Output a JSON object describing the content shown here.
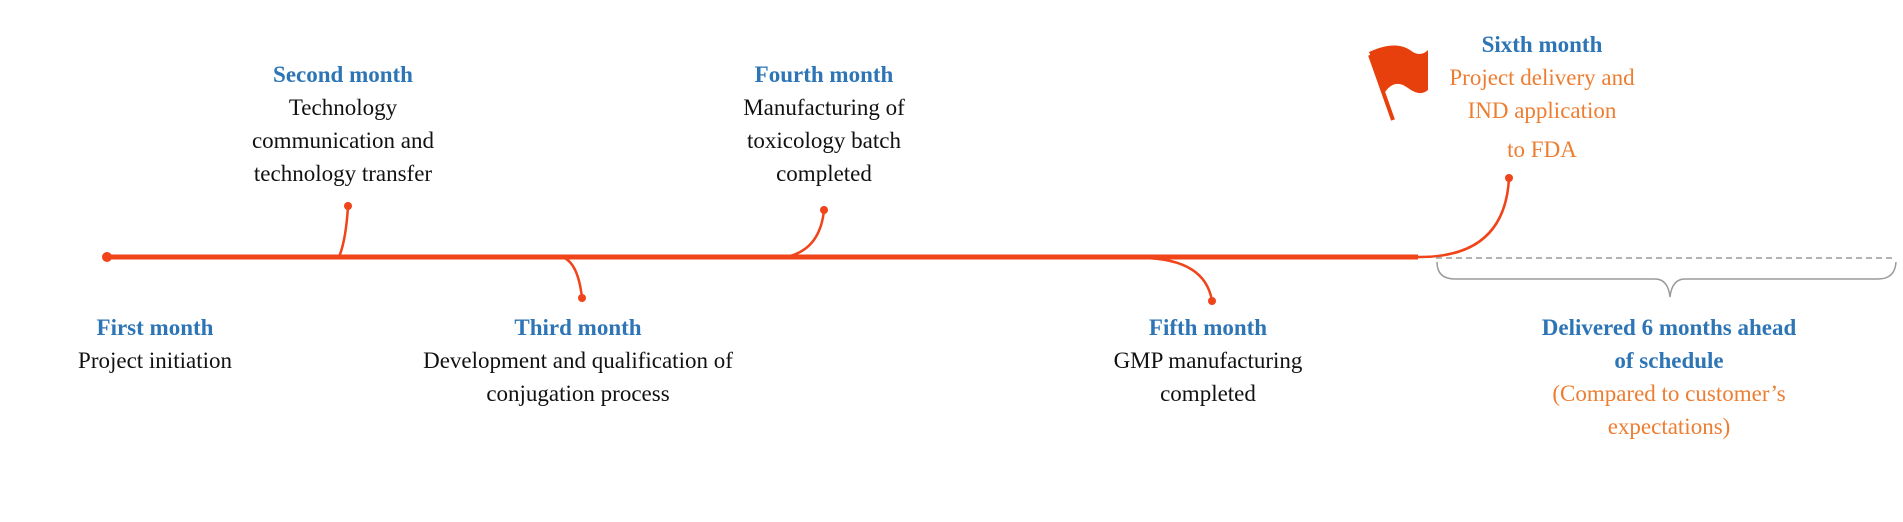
{
  "colors": {
    "heading": "#2E75B6",
    "accent_text": "#ED7D31",
    "timeline": "#F0441A",
    "flag": "#E8400C",
    "bracket": "#9a9a9a"
  },
  "milestones": [
    {
      "title": "First month",
      "lines": [
        "Project initiation"
      ]
    },
    {
      "title": "Second month",
      "lines": [
        "Technology",
        "communication and",
        "technology transfer"
      ]
    },
    {
      "title": "Third month",
      "lines": [
        "Development and qualification of",
        "conjugation process"
      ]
    },
    {
      "title": "Fourth month",
      "lines": [
        "Manufacturing of",
        "toxicology batch",
        "completed"
      ]
    },
    {
      "title": "Fifth month",
      "lines": [
        "GMP manufacturing",
        "completed"
      ]
    },
    {
      "title": "Sixth month",
      "lines": [
        "Project delivery and",
        "IND application",
        "to FDA"
      ]
    }
  ],
  "summary": {
    "title_lines": [
      "Delivered 6 months ahead",
      "of schedule"
    ],
    "note_lines": [
      "(Compared to customer’s",
      "expectations)"
    ]
  },
  "icons": {
    "flag": "flag-icon"
  }
}
